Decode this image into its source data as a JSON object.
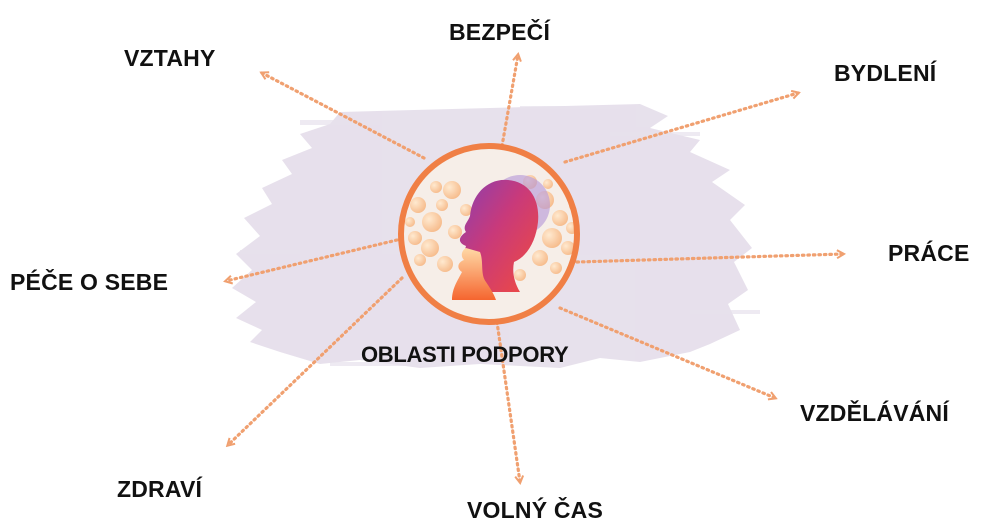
{
  "center": {
    "label": "OBLASTI PODPORY"
  },
  "areas": [
    {
      "id": "bezpeci",
      "label": "BEZPEČÍ"
    },
    {
      "id": "vztahy",
      "label": "VZTAHY"
    },
    {
      "id": "bydleni",
      "label": "BYDLENÍ"
    },
    {
      "id": "pece",
      "label": "PÉČE O SEBE"
    },
    {
      "id": "prace",
      "label": "PRÁCE"
    },
    {
      "id": "vzdelavani",
      "label": "VZDĚLÁVÁNÍ"
    },
    {
      "id": "zdravi",
      "label": "ZDRAVÍ"
    },
    {
      "id": "volny",
      "label": "VOLNÝ ČAS"
    }
  ],
  "colors": {
    "accent": "#f0a070",
    "ring": "#f07f45",
    "cloud": "#e6dfeb",
    "text": "#111111"
  }
}
